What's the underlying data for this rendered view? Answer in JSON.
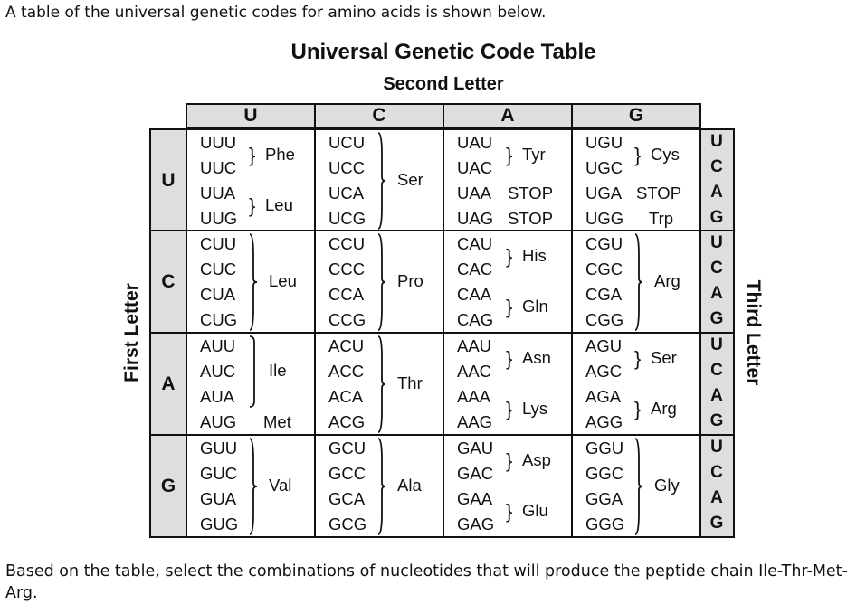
{
  "intro": "A table of the universal genetic codes for amino acids is shown below.",
  "title": "Universal Genetic Code Table",
  "second_letter_label": "Second Letter",
  "first_letter_label": "First Letter",
  "third_letter_label": "Third Letter",
  "second_letters": [
    "U",
    "C",
    "A",
    "G"
  ],
  "first_letters": [
    "U",
    "C",
    "A",
    "G"
  ],
  "third_letters": [
    "U",
    "C",
    "A",
    "G"
  ],
  "rows": [
    {
      "cells": [
        {
          "codons": [
            "UUU",
            "UUC",
            "UUA",
            "UUG"
          ],
          "groups": [
            {
              "label": "Phe",
              "rows": [
                0,
                1
              ]
            },
            {
              "label": "Leu",
              "rows": [
                2,
                3
              ]
            }
          ]
        },
        {
          "codons": [
            "UCU",
            "UCC",
            "UCA",
            "UCG"
          ],
          "groups": [
            {
              "label": "Ser",
              "rows": [
                0,
                3
              ]
            }
          ]
        },
        {
          "codons": [
            "UAU",
            "UAC",
            "UAA",
            "UAG"
          ],
          "groups": [
            {
              "label": "Tyr",
              "rows": [
                0,
                1
              ]
            },
            {
              "label": "STOP",
              "rows": [
                2,
                2
              ]
            },
            {
              "label": "STOP",
              "rows": [
                3,
                3
              ]
            }
          ]
        },
        {
          "codons": [
            "UGU",
            "UGC",
            "UGA",
            "UGG"
          ],
          "groups": [
            {
              "label": "Cys",
              "rows": [
                0,
                1
              ]
            },
            {
              "label": "STOP",
              "rows": [
                2,
                2
              ]
            },
            {
              "label": "Trp",
              "rows": [
                3,
                3
              ]
            }
          ]
        }
      ]
    },
    {
      "cells": [
        {
          "codons": [
            "CUU",
            "CUC",
            "CUA",
            "CUG"
          ],
          "groups": [
            {
              "label": "Leu",
              "rows": [
                0,
                3
              ]
            }
          ]
        },
        {
          "codons": [
            "CCU",
            "CCC",
            "CCA",
            "CCG"
          ],
          "groups": [
            {
              "label": "Pro",
              "rows": [
                0,
                3
              ]
            }
          ]
        },
        {
          "codons": [
            "CAU",
            "CAC",
            "CAA",
            "CAG"
          ],
          "groups": [
            {
              "label": "His",
              "rows": [
                0,
                1
              ]
            },
            {
              "label": "Gln",
              "rows": [
                2,
                3
              ]
            }
          ]
        },
        {
          "codons": [
            "CGU",
            "CGC",
            "CGA",
            "CGG"
          ],
          "groups": [
            {
              "label": "Arg",
              "rows": [
                0,
                3
              ]
            }
          ]
        }
      ]
    },
    {
      "cells": [
        {
          "codons": [
            "AUU",
            "AUC",
            "AUA",
            "AUG"
          ],
          "groups": [
            {
              "label": "Ile",
              "rows": [
                0,
                2
              ]
            },
            {
              "label": "Met",
              "rows": [
                3,
                3
              ]
            }
          ]
        },
        {
          "codons": [
            "ACU",
            "ACC",
            "ACA",
            "ACG"
          ],
          "groups": [
            {
              "label": "Thr",
              "rows": [
                0,
                3
              ]
            }
          ]
        },
        {
          "codons": [
            "AAU",
            "AAC",
            "AAA",
            "AAG"
          ],
          "groups": [
            {
              "label": "Asn",
              "rows": [
                0,
                1
              ]
            },
            {
              "label": "Lys",
              "rows": [
                2,
                3
              ]
            }
          ]
        },
        {
          "codons": [
            "AGU",
            "AGC",
            "AGA",
            "AGG"
          ],
          "groups": [
            {
              "label": "Ser",
              "rows": [
                0,
                1
              ]
            },
            {
              "label": "Arg",
              "rows": [
                2,
                3
              ]
            }
          ]
        }
      ]
    },
    {
      "cells": [
        {
          "codons": [
            "GUU",
            "GUC",
            "GUA",
            "GUG"
          ],
          "groups": [
            {
              "label": "Val",
              "rows": [
                0,
                3
              ]
            }
          ]
        },
        {
          "codons": [
            "GCU",
            "GCC",
            "GCA",
            "GCG"
          ],
          "groups": [
            {
              "label": "Ala",
              "rows": [
                0,
                3
              ]
            }
          ]
        },
        {
          "codons": [
            "GAU",
            "GAC",
            "GAA",
            "GAG"
          ],
          "groups": [
            {
              "label": "Asp",
              "rows": [
                0,
                1
              ]
            },
            {
              "label": "Glu",
              "rows": [
                2,
                3
              ]
            }
          ]
        },
        {
          "codons": [
            "GGU",
            "GGC",
            "GGA",
            "GGG"
          ],
          "groups": [
            {
              "label": "Gly",
              "rows": [
                0,
                3
              ]
            }
          ]
        }
      ]
    }
  ],
  "question": "Based on the table, select the combinations of nucleotides that will produce the peptide chain Ile-Thr-Met-Arg."
}
